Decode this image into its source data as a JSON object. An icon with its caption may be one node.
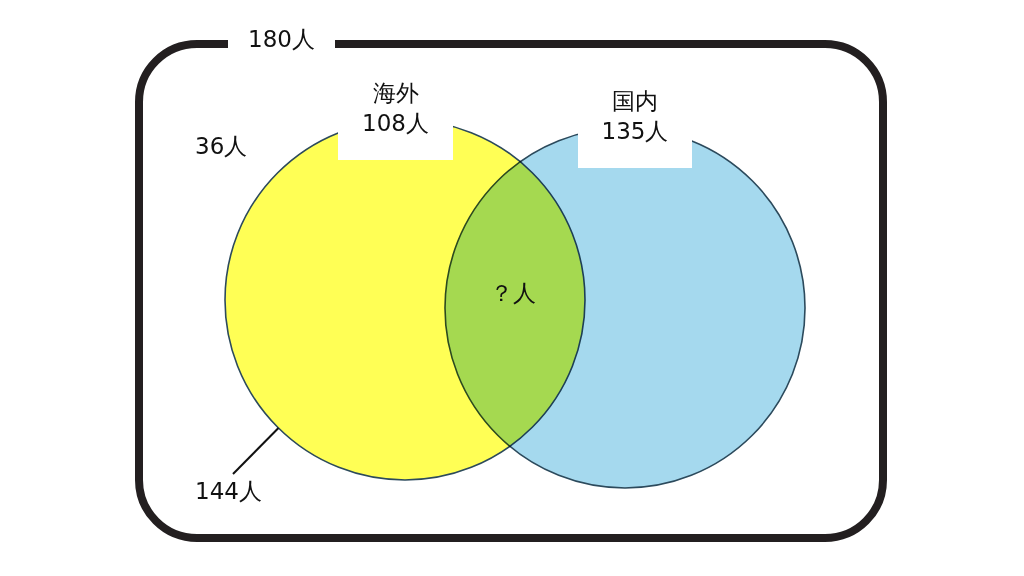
{
  "diagram": {
    "nodes": [
      {
        "text": [
          "180人"
        ]
      },
      {
        "text": [
          "海外",
          "108人"
        ],
        "in": 0
      },
      {
        "text": [
          "国内",
          "135人"
        ],
        "in": 0
      },
      {
        "text": [
          "144人"
        ],
        "in": 0
      }
    ],
    "edges": [
      {
        "from": 3,
        "to": 1,
        "arrow": "none"
      }
    ],
    "labels": [
      "36人",
      "？人"
    ]
  }
}
